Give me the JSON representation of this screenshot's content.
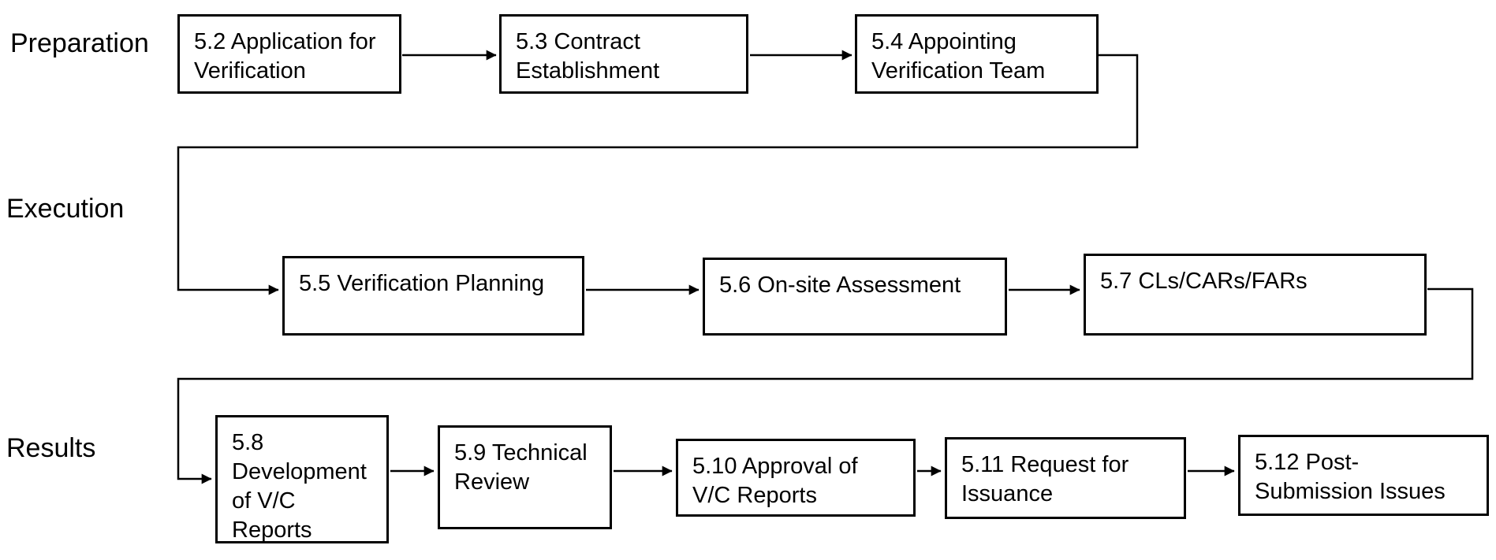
{
  "diagram": {
    "type": "flowchart",
    "rows": [
      {
        "label": "Preparation",
        "boxes": [
          {
            "label": "5.2 Application for\nVerification"
          },
          {
            "label": "5.3 Contract\nEstablishment"
          },
          {
            "label": "5.4 Appointing\nVerification Team"
          }
        ]
      },
      {
        "label": "Execution",
        "boxes": [
          {
            "label": "5.5 Verification Planning"
          },
          {
            "label": "5.6 On-site Assessment"
          },
          {
            "label": "5.7 CLs/CARs/FARs"
          }
        ]
      },
      {
        "label": "Results",
        "boxes": [
          {
            "label": "5.8\nDevelopment\nof V/C\nReports"
          },
          {
            "label": "5.9 Technical\nReview"
          },
          {
            "label": "5.10 Approval of\nV/C Reports"
          },
          {
            "label": "5.11 Request for\nIssuance"
          },
          {
            "label": "5.12 Post-\nSubmission Issues"
          }
        ]
      }
    ],
    "edges": [
      "5.2 -> 5.3",
      "5.3 -> 5.4",
      "5.4 -> 5.5",
      "5.5 -> 5.6",
      "5.6 -> 5.7",
      "5.7 -> 5.8",
      "5.8 -> 5.9",
      "5.9 -> 5.10",
      "5.10 -> 5.11",
      "5.11 -> 5.12"
    ],
    "colors": {
      "background": "#ffffff",
      "line": "#000000",
      "text": "#000000"
    }
  }
}
